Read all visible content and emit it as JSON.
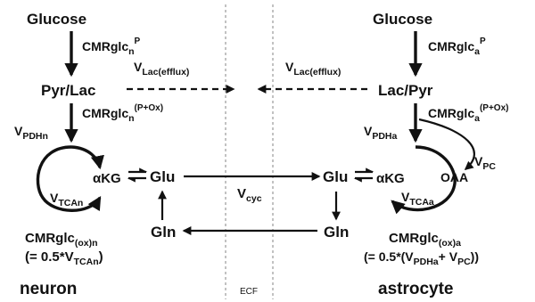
{
  "neuron": {
    "glucose": "Glucose",
    "cmrglc_p": {
      "base": "CMRglc",
      "sub": "n",
      "sup": "P"
    },
    "pyr_lac": "Pyr/Lac",
    "cmrglc_pox": {
      "base": "CMRglc",
      "sub": "n",
      "sup": "(P+Ox)"
    },
    "v_pdh": {
      "base": "V",
      "sub": "PDHn"
    },
    "akg": "αKG",
    "v_tca": {
      "base": "V",
      "sub": "TCAn"
    },
    "glu": "Glu",
    "gln": "Gln",
    "cmrglc_ox": {
      "base": "CMRglc",
      "sub": "(ox)n"
    },
    "cmrglc_ox_eq": {
      "pre": "(= 0.5*V",
      "sub": "TCAn",
      "post": ")"
    },
    "title": "neuron"
  },
  "astrocyte": {
    "glucose": "Glucose",
    "cmrglc_p": {
      "base": "CMRglc",
      "sub": "a",
      "sup": "P"
    },
    "lac_pyr": "Lac/Pyr",
    "cmrglc_pox": {
      "base": "CMRglc",
      "sub": "a",
      "sup": "(P+Ox)"
    },
    "v_pdh": {
      "base": "V",
      "sub": "PDHa"
    },
    "v_pc": {
      "base": "V",
      "sub": "PC"
    },
    "akg": "αKG",
    "oaa": "OAA",
    "v_tca": {
      "base": "V",
      "sub": "TCAa"
    },
    "glu": "Glu",
    "gln": "Gln",
    "cmrglc_ox": {
      "base": "CMRglc",
      "sub": "(ox)a"
    },
    "cmrglc_ox_eq": {
      "pre": "(= 0.5*(V",
      "sub1": "PDHa",
      "mid": "+ V",
      "sub2": "PC",
      "post": "))"
    },
    "title": "astrocyte"
  },
  "ecf": {
    "label": "ECF",
    "v_lac_left": {
      "base": "V",
      "sub": "Lac(efflux)"
    },
    "v_lac_right": {
      "base": "V",
      "sub": "Lac(efflux)"
    },
    "v_cyc": {
      "base": "V",
      "sub": "cyc"
    }
  },
  "colors": {
    "ink": "#111111",
    "separator": "#9a9a9a",
    "background": "#ffffff"
  }
}
